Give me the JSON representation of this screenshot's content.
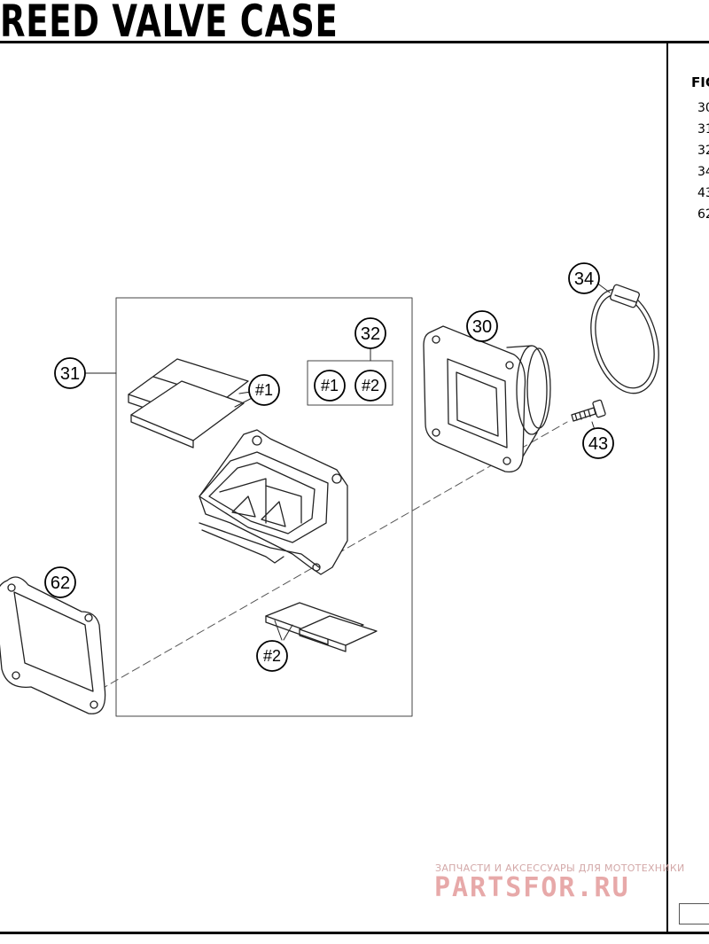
{
  "header": {
    "title": "REED VALVE CASE"
  },
  "side_panel": {
    "header": "FIG",
    "items": [
      "30",
      "31",
      "32",
      "34",
      "43",
      "62"
    ]
  },
  "callouts": [
    {
      "id": "callout-31",
      "label": "31"
    },
    {
      "id": "callout-32",
      "label": "32"
    },
    {
      "id": "callout-30",
      "label": "30"
    },
    {
      "id": "callout-34",
      "label": "34"
    },
    {
      "id": "callout-43",
      "label": "43"
    },
    {
      "id": "callout-62",
      "label": "62"
    },
    {
      "id": "callout-sub1-a",
      "label": "#1"
    },
    {
      "id": "callout-sub1-b",
      "label": "#1"
    },
    {
      "id": "callout-sub2-a",
      "label": "#2"
    },
    {
      "id": "callout-sub2-b",
      "label": "#2"
    }
  ],
  "watermark": {
    "tagline": "ЗАПЧАСТИ И АКСЕССУАРЫ ДЛЯ МОТОТЕХНИКИ",
    "brand_a": "PARTS",
    "brand_b": "FOR.RU"
  }
}
